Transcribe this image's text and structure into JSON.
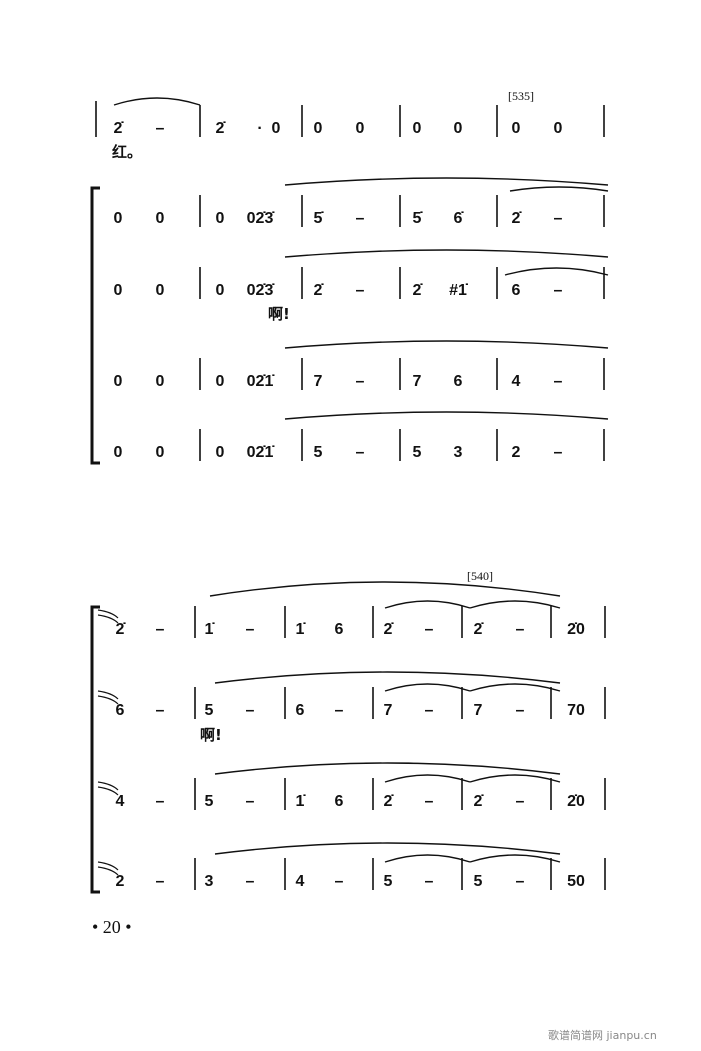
{
  "page_number": "• 20 •",
  "watermark": "歌谱简谱网 jianpu.cn",
  "systems": [
    {
      "rehearsal_mark": "[535]",
      "rows": [
        {
          "measures": [
            [
              "2̇",
              "–"
            ],
            [
              "2̇",
              "·",
              "0"
            ],
            [
              "0",
              "0"
            ],
            [
              "0",
              "0"
            ],
            [
              "0",
              "0"
            ]
          ],
          "lyric": "红。"
        },
        {
          "measures": [
            [
              "0",
              "0"
            ],
            [
              "0",
              "02̇3̇"
            ],
            [
              "5̇",
              "–"
            ],
            [
              "5̇",
              "6̇"
            ],
            [
              "2̇",
              "–"
            ]
          ],
          "lyric": ""
        },
        {
          "measures": [
            [
              "0",
              "0"
            ],
            [
              "0",
              "02̇3̇"
            ],
            [
              "2̇",
              "–"
            ],
            [
              "2̇",
              "#1̇"
            ],
            [
              "6",
              "–"
            ]
          ],
          "lyric": "啊!"
        },
        {
          "measures": [
            [
              "0",
              "0"
            ],
            [
              "0",
              "02̇1̇"
            ],
            [
              "7",
              "–"
            ],
            [
              "7",
              "6"
            ],
            [
              "4",
              "–"
            ]
          ],
          "lyric": ""
        },
        {
          "measures": [
            [
              "0",
              "0"
            ],
            [
              "0",
              "02̇1̇"
            ],
            [
              "5",
              "–"
            ],
            [
              "5",
              "3"
            ],
            [
              "2",
              "–"
            ]
          ],
          "lyric": ""
        }
      ]
    },
    {
      "rehearsal_mark": "[540]",
      "rows": [
        {
          "measures": [
            [
              "2̇",
              "–"
            ],
            [
              "1̇",
              "–"
            ],
            [
              "1̇",
              "6"
            ],
            [
              "2̇",
              "–"
            ],
            [
              "2̇",
              "–"
            ],
            [
              "2̇0"
            ]
          ],
          "lyric": ""
        },
        {
          "measures": [
            [
              "6",
              "–"
            ],
            [
              "5",
              "–"
            ],
            [
              "6",
              "–"
            ],
            [
              "7",
              "–"
            ],
            [
              "7",
              "–"
            ],
            [
              "70"
            ]
          ],
          "lyric": "啊!"
        },
        {
          "measures": [
            [
              "4",
              "–"
            ],
            [
              "5",
              "–"
            ],
            [
              "1̇",
              "6"
            ],
            [
              "2̇",
              "–"
            ],
            [
              "2̇",
              "–"
            ],
            [
              "2̇0"
            ]
          ],
          "lyric": ""
        },
        {
          "measures": [
            [
              "2",
              "–"
            ],
            [
              "3",
              "–"
            ],
            [
              "4",
              "–"
            ],
            [
              "5",
              "–"
            ],
            [
              "5",
              "–"
            ],
            [
              "50"
            ]
          ],
          "lyric": ""
        }
      ]
    }
  ]
}
